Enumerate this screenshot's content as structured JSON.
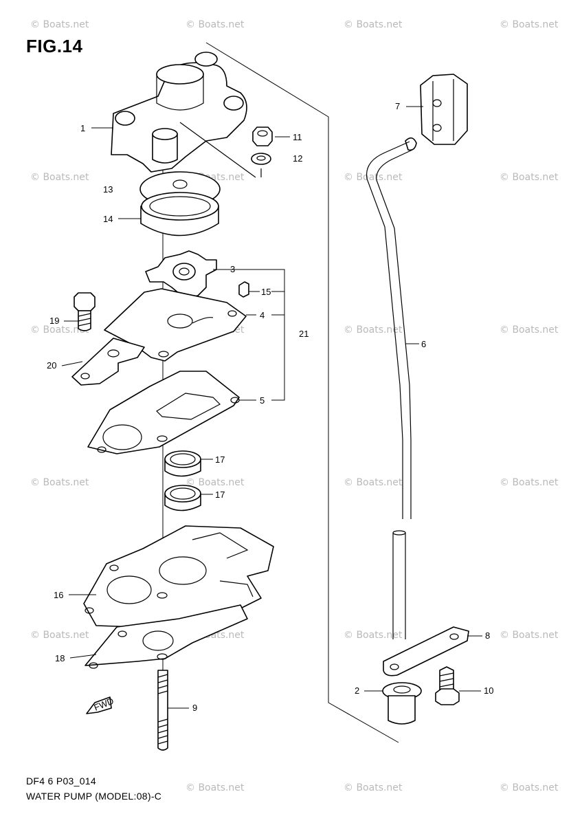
{
  "figure_title": "FIG.14",
  "watermark_text": "© Boats.net",
  "footer": {
    "line1": "DF4 6 P03_014",
    "line2": "WATER PUMP (MODEL:08)-C"
  },
  "fwd_label": "FWD",
  "callouts": [
    {
      "id": "1",
      "text": "1"
    },
    {
      "id": "2",
      "text": "2"
    },
    {
      "id": "3",
      "text": "3"
    },
    {
      "id": "4",
      "text": "4"
    },
    {
      "id": "5",
      "text": "5"
    },
    {
      "id": "6",
      "text": "6"
    },
    {
      "id": "7",
      "text": "7"
    },
    {
      "id": "8",
      "text": "8"
    },
    {
      "id": "9",
      "text": "9"
    },
    {
      "id": "10",
      "text": "10"
    },
    {
      "id": "11",
      "text": "11"
    },
    {
      "id": "12",
      "text": "12"
    },
    {
      "id": "13",
      "text": "13"
    },
    {
      "id": "14",
      "text": "14"
    },
    {
      "id": "15",
      "text": "15"
    },
    {
      "id": "16",
      "text": "16"
    },
    {
      "id": "17a",
      "text": "17"
    },
    {
      "id": "17b",
      "text": "17"
    },
    {
      "id": "18",
      "text": "18"
    },
    {
      "id": "19",
      "text": "19"
    },
    {
      "id": "20",
      "text": "20"
    },
    {
      "id": "21",
      "text": "21"
    }
  ]
}
